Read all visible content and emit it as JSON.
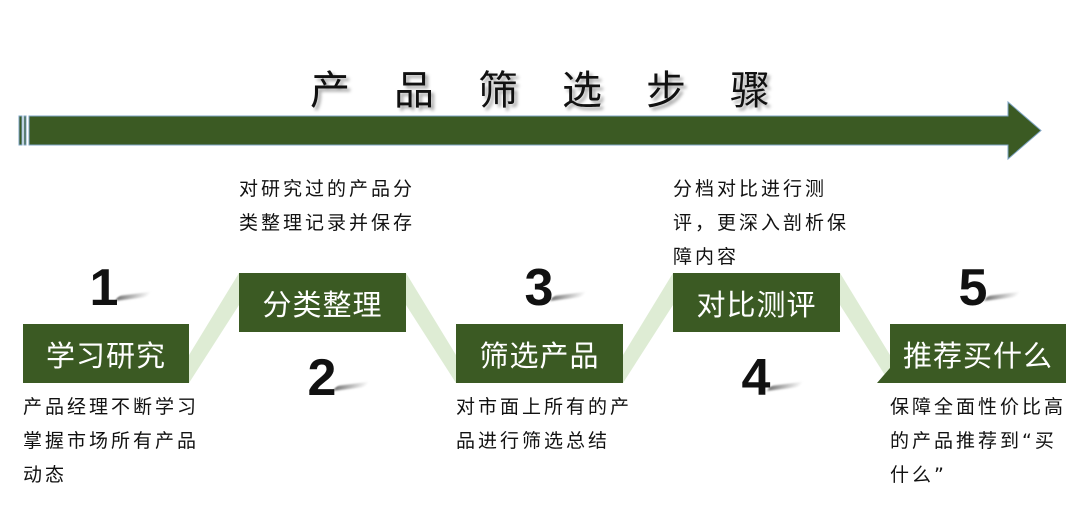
{
  "title": "产品筛选步骤",
  "colors": {
    "box_fill": "#3b5a23",
    "arrow_fill": "#3b5a23",
    "arrow_edge": "#7ea4c4",
    "connector_fill": "#deecd4",
    "text": "#111111",
    "box_text": "#ffffff"
  },
  "arrow": {
    "direction": "right"
  },
  "steps": [
    {
      "number": "1",
      "label": "学习研究",
      "description": "产品经理不断学习掌握市场所有产品动态",
      "position": "low"
    },
    {
      "number": "2",
      "label": "分类整理",
      "description": "对研究过的产品分类整理记录并保存",
      "position": "high"
    },
    {
      "number": "3",
      "label": "筛选产品",
      "description": "对市面上所有的产品进行筛选总结",
      "position": "low"
    },
    {
      "number": "4",
      "label": "对比测评",
      "description": "分档对比进行测评，更深入剖析保障内容",
      "position": "high"
    },
    {
      "number": "5",
      "label": "推荐买什么",
      "description": "保障全面性价比高的产品推荐到“买什么”",
      "position": "low"
    }
  ]
}
